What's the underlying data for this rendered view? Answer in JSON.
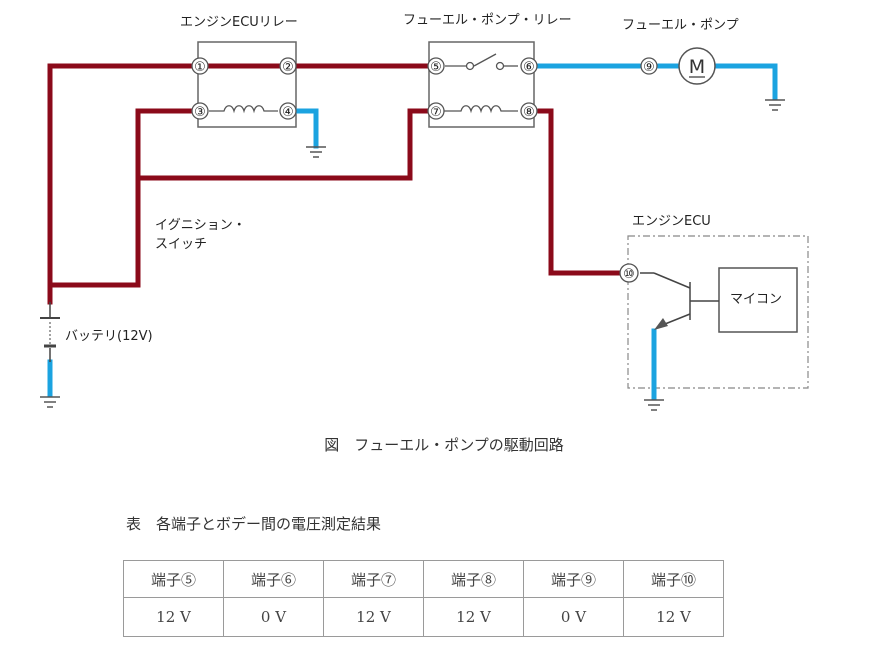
{
  "diagram": {
    "labels": {
      "ecu_relay": "エンジンECUリレー",
      "pump_relay": "フューエル・ポンプ・リレー",
      "fuel_pump": "フューエル・ポンプ",
      "ignition_switch_line1": "イグニション・",
      "ignition_switch_line2": "スイッチ",
      "battery": "バッテリ(12V)",
      "engine_ecu": "エンジンECU",
      "microcomputer": "マイコン",
      "motor_symbol": "M"
    },
    "terminals": [
      "①",
      "②",
      "③",
      "④",
      "⑤",
      "⑥",
      "⑦",
      "⑧",
      "⑨",
      "⑩"
    ],
    "wire_colors": {
      "positive": "#8b0a1a",
      "ground": "#1ba3e0",
      "outline": "#666666"
    }
  },
  "figure_caption": "図　フューエル・ポンプの駆動回路",
  "table": {
    "caption": "表　各端子とボデー間の電圧測定結果",
    "headers": [
      "端子⑤",
      "端子⑥",
      "端子⑦",
      "端子⑧",
      "端子⑨",
      "端子⑩"
    ],
    "values": [
      "12 V",
      "0 V",
      "12 V",
      "12 V",
      "0 V",
      "12 V"
    ]
  }
}
